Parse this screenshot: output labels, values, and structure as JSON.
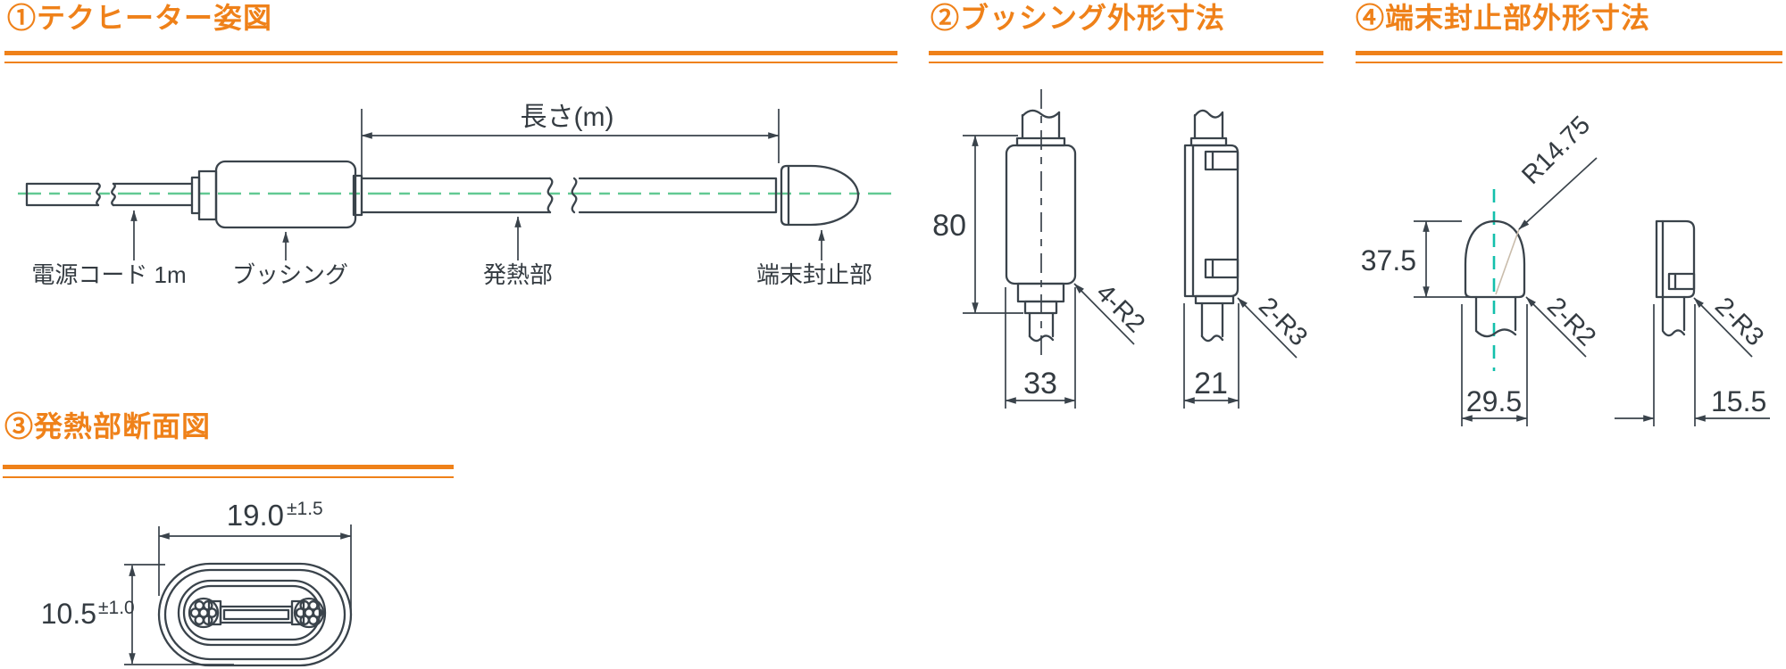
{
  "colors": {
    "accent": "#ef8119",
    "line": "#3a434b",
    "green": "#62c993",
    "teal": "#13bfab",
    "thin": "#c9bcab",
    "textc": "#343b41"
  },
  "s1": {
    "title": "①テクヒーター姿図",
    "length_label": "長さ(m)",
    "power_cord_label": "電源コード 1m",
    "bushing_label": "ブッシング",
    "heating_label": "発熱部",
    "end_seal_label": "端末封止部"
  },
  "s2": {
    "title": "②ブッシング外形寸法",
    "height": "80",
    "front_width": "33",
    "side_width": "21",
    "front_radius": "4-R2",
    "side_radius": "2-R3"
  },
  "s3": {
    "title": "③発熱部断面図",
    "width": "19.0",
    "width_tol": "±1.5",
    "height": "10.5",
    "height_tol": "±1.0"
  },
  "s4": {
    "title": "④端末封止部外形寸法",
    "dome_radius": "R14.75",
    "height": "37.5",
    "front_width": "29.5",
    "side_width": "15.5",
    "front_radius": "2-R2",
    "side_radius": "2-R3"
  }
}
